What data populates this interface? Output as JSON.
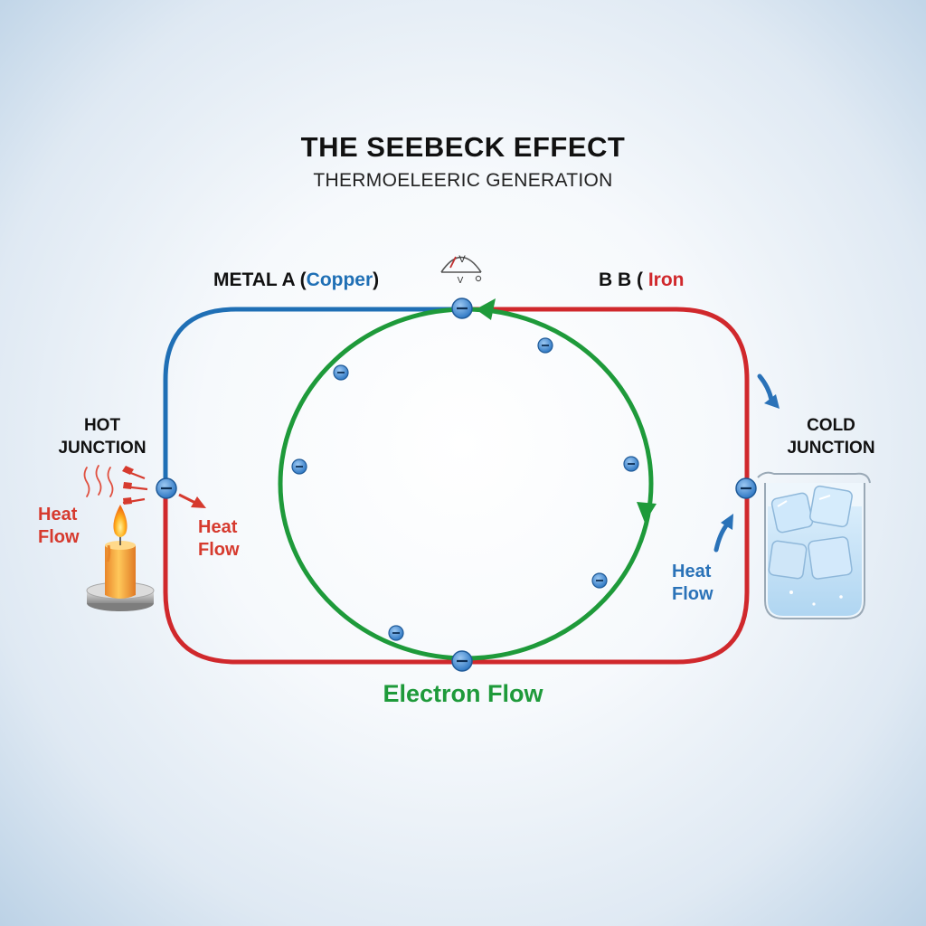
{
  "title": "THE SEEBECK EFFECT",
  "subtitle": "THERMOELEERIC GENERATION",
  "metal_a": {
    "prefix": "METAL A (",
    "material": "Copper",
    "suffix": ")"
  },
  "metal_b": {
    "prefix": "B B ( ",
    "material": "Iron"
  },
  "hot_junction": {
    "line1": "HOT",
    "line2": "JUNCTION"
  },
  "cold_junction": {
    "line1": "COLD",
    "line2": "JUNCTION"
  },
  "heat_flow_left": {
    "line1": "Heat",
    "line2": "Flow"
  },
  "heat_flow_hot": {
    "line1": "Heat",
    "line2": "Flow"
  },
  "heat_flow_cold": {
    "line1": "Heat",
    "line2": "Flow"
  },
  "electron_flow_label": "Electron Flow",
  "voltmeter": {
    "label_top": "V",
    "label_bottom": "V"
  },
  "colors": {
    "metal_a_wire": "#1f6fb5",
    "metal_b_wire": "#d0282c",
    "electron_path": "#1e9a3a",
    "electron_fill": "#4d93d6",
    "heat_red": "#d63a2e",
    "heat_blue": "#2a72b8"
  },
  "icons": {
    "heat_source": "candle-icon",
    "cold_source": "ice-beaker-icon",
    "meter": "voltmeter-icon",
    "electron": "electron-minus-icon"
  }
}
